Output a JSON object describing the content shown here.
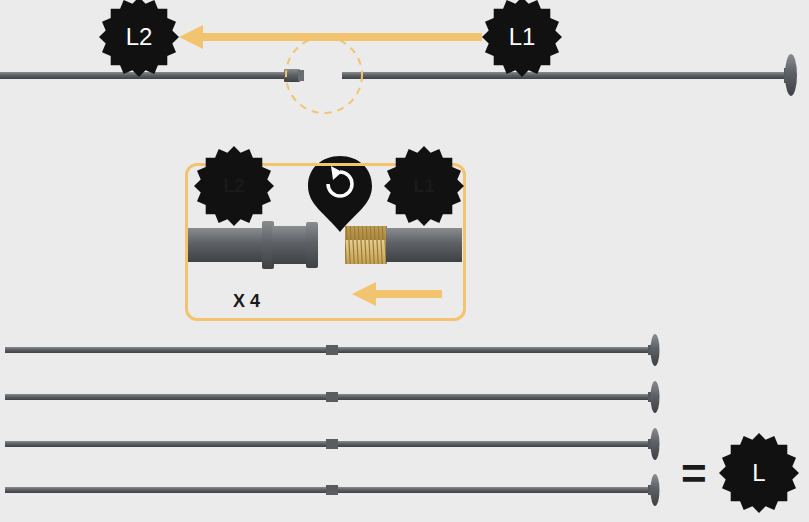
{
  "diagram": {
    "nodes": [
      {
        "text": [
          "L2"
        ]
      },
      {
        "text": [
          "L1"
        ]
      },
      {
        "text": [
          "X 4"
        ]
      },
      {
        "text": [
          "L2"
        ],
        "in": 2
      },
      {
        "text": [
          "L1"
        ],
        "in": 2
      },
      {
        "text": [
          "L"
        ]
      }
    ],
    "edges": [
      {
        "from": 1,
        "to": 0,
        "arrow": "to"
      }
    ],
    "labels": [
      "="
    ]
  }
}
